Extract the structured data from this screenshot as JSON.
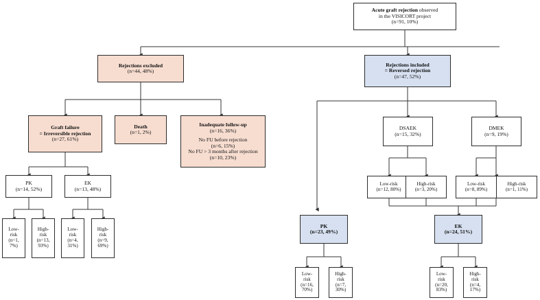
{
  "figure": {
    "type": "flowchart",
    "title": "Acute graft rejection flow diagram (VISICORT project)",
    "colors": {
      "excluded_fill": "#f7ddd0",
      "included_fill": "#d6e0f0",
      "neutral_fill": "#ffffff",
      "border": "#2b2b2b",
      "connector": "#333333"
    }
  },
  "nodes": {
    "root": {
      "name": "acute-graft-rejection",
      "line1_bold": "Acute graft rejection",
      "line1_rest": " observed",
      "line2": "in the VISICORT project",
      "line3": "(n=91, 10%)"
    },
    "excluded": {
      "name": "rejections-excluded",
      "line1": "Rejections excluded",
      "line2": "(n=44, 48%)"
    },
    "included": {
      "name": "rejections-included",
      "line1": "Rejections included",
      "line2": "= Reversed rejection",
      "line3": "(n=47, 52%)"
    },
    "graft_failure": {
      "name": "graft-failure",
      "line1": "Graft failure",
      "line2": "= Irreversible rejection",
      "line3": "(n=27, 61%)"
    },
    "death": {
      "name": "death",
      "line1": "Death",
      "line2": "(n=1, 2%)"
    },
    "inadequate_fu": {
      "name": "inadequate-follow-up",
      "line1": "Inadequate follow-up",
      "line2": "(n=16, 36%)",
      "line3": "No FU before rejection",
      "line4": "(n=6, 15%)",
      "line5": "No FU > 3 months after rejection",
      "line6": "(n=10, 23%)"
    },
    "left_pk": {
      "name": "left-pk",
      "line1": "PK",
      "line2": "(n=14, 52%)"
    },
    "left_ek": {
      "name": "left-ek",
      "line1": "EK",
      "line2": "(n=13, 48%)"
    },
    "left_pk_low": {
      "name": "left-pk-low-risk",
      "line1": "Low-",
      "line2": "risk",
      "line3": "(n=1,",
      "line4": "7%)"
    },
    "left_pk_high": {
      "name": "left-pk-high-risk",
      "line1": "High-",
      "line2": "risk",
      "line3": "(n=13,",
      "line4": "93%)"
    },
    "left_ek_low": {
      "name": "left-ek-low-risk",
      "line1": "Low-",
      "line2": "risk",
      "line3": "(n=4,",
      "line4": "31%)"
    },
    "left_ek_high": {
      "name": "left-ek-high-risk",
      "line1": "High-",
      "line2": "risk",
      "line3": "(n=9,",
      "line4": "69%)"
    },
    "dsaek": {
      "name": "dsaek",
      "line1": "DSAEK",
      "line2": "(n=15, 32%)"
    },
    "dmek": {
      "name": "dmek",
      "line1": "DMEK",
      "line2": "(n=9, 19%)"
    },
    "dsaek_low": {
      "name": "dsaek-low-risk",
      "line1": "Low-risk",
      "line2": "(n=12, 80%)"
    },
    "dsaek_high": {
      "name": "dsaek-high-risk",
      "line1": "High-risk",
      "line2": "(n=3, 20%)"
    },
    "dmek_low": {
      "name": "dmek-low-risk",
      "line1": "Low-risk",
      "line2": "(n=8, 89%)"
    },
    "dmek_high": {
      "name": "dmek-high-risk",
      "line1": "High-risk",
      "line2": "(n=1, 11%)"
    },
    "right_pk": {
      "name": "right-pk",
      "line1": "PK",
      "line2": "(n=23, 49%)"
    },
    "right_ek": {
      "name": "right-ek",
      "line1": "EK",
      "line2": "(n=24, 51%)"
    },
    "right_pk_low": {
      "name": "right-pk-low-risk",
      "line1": "Low-",
      "line2": "risk",
      "line3": "(n=16,",
      "line4": "70%)"
    },
    "right_pk_high": {
      "name": "right-pk-high-risk",
      "line1": "High-",
      "line2": "risk",
      "line3": "(n=7,",
      "line4": "30%)"
    },
    "right_ek_low": {
      "name": "right-ek-low-risk",
      "line1": "Low-",
      "line2": "risk",
      "line3": "(n=20,",
      "line4": "83%)"
    },
    "right_ek_high": {
      "name": "right-ek-high-risk",
      "line1": "High-",
      "line2": "risk",
      "line3": "(n=4,",
      "line4": "17%)"
    }
  }
}
